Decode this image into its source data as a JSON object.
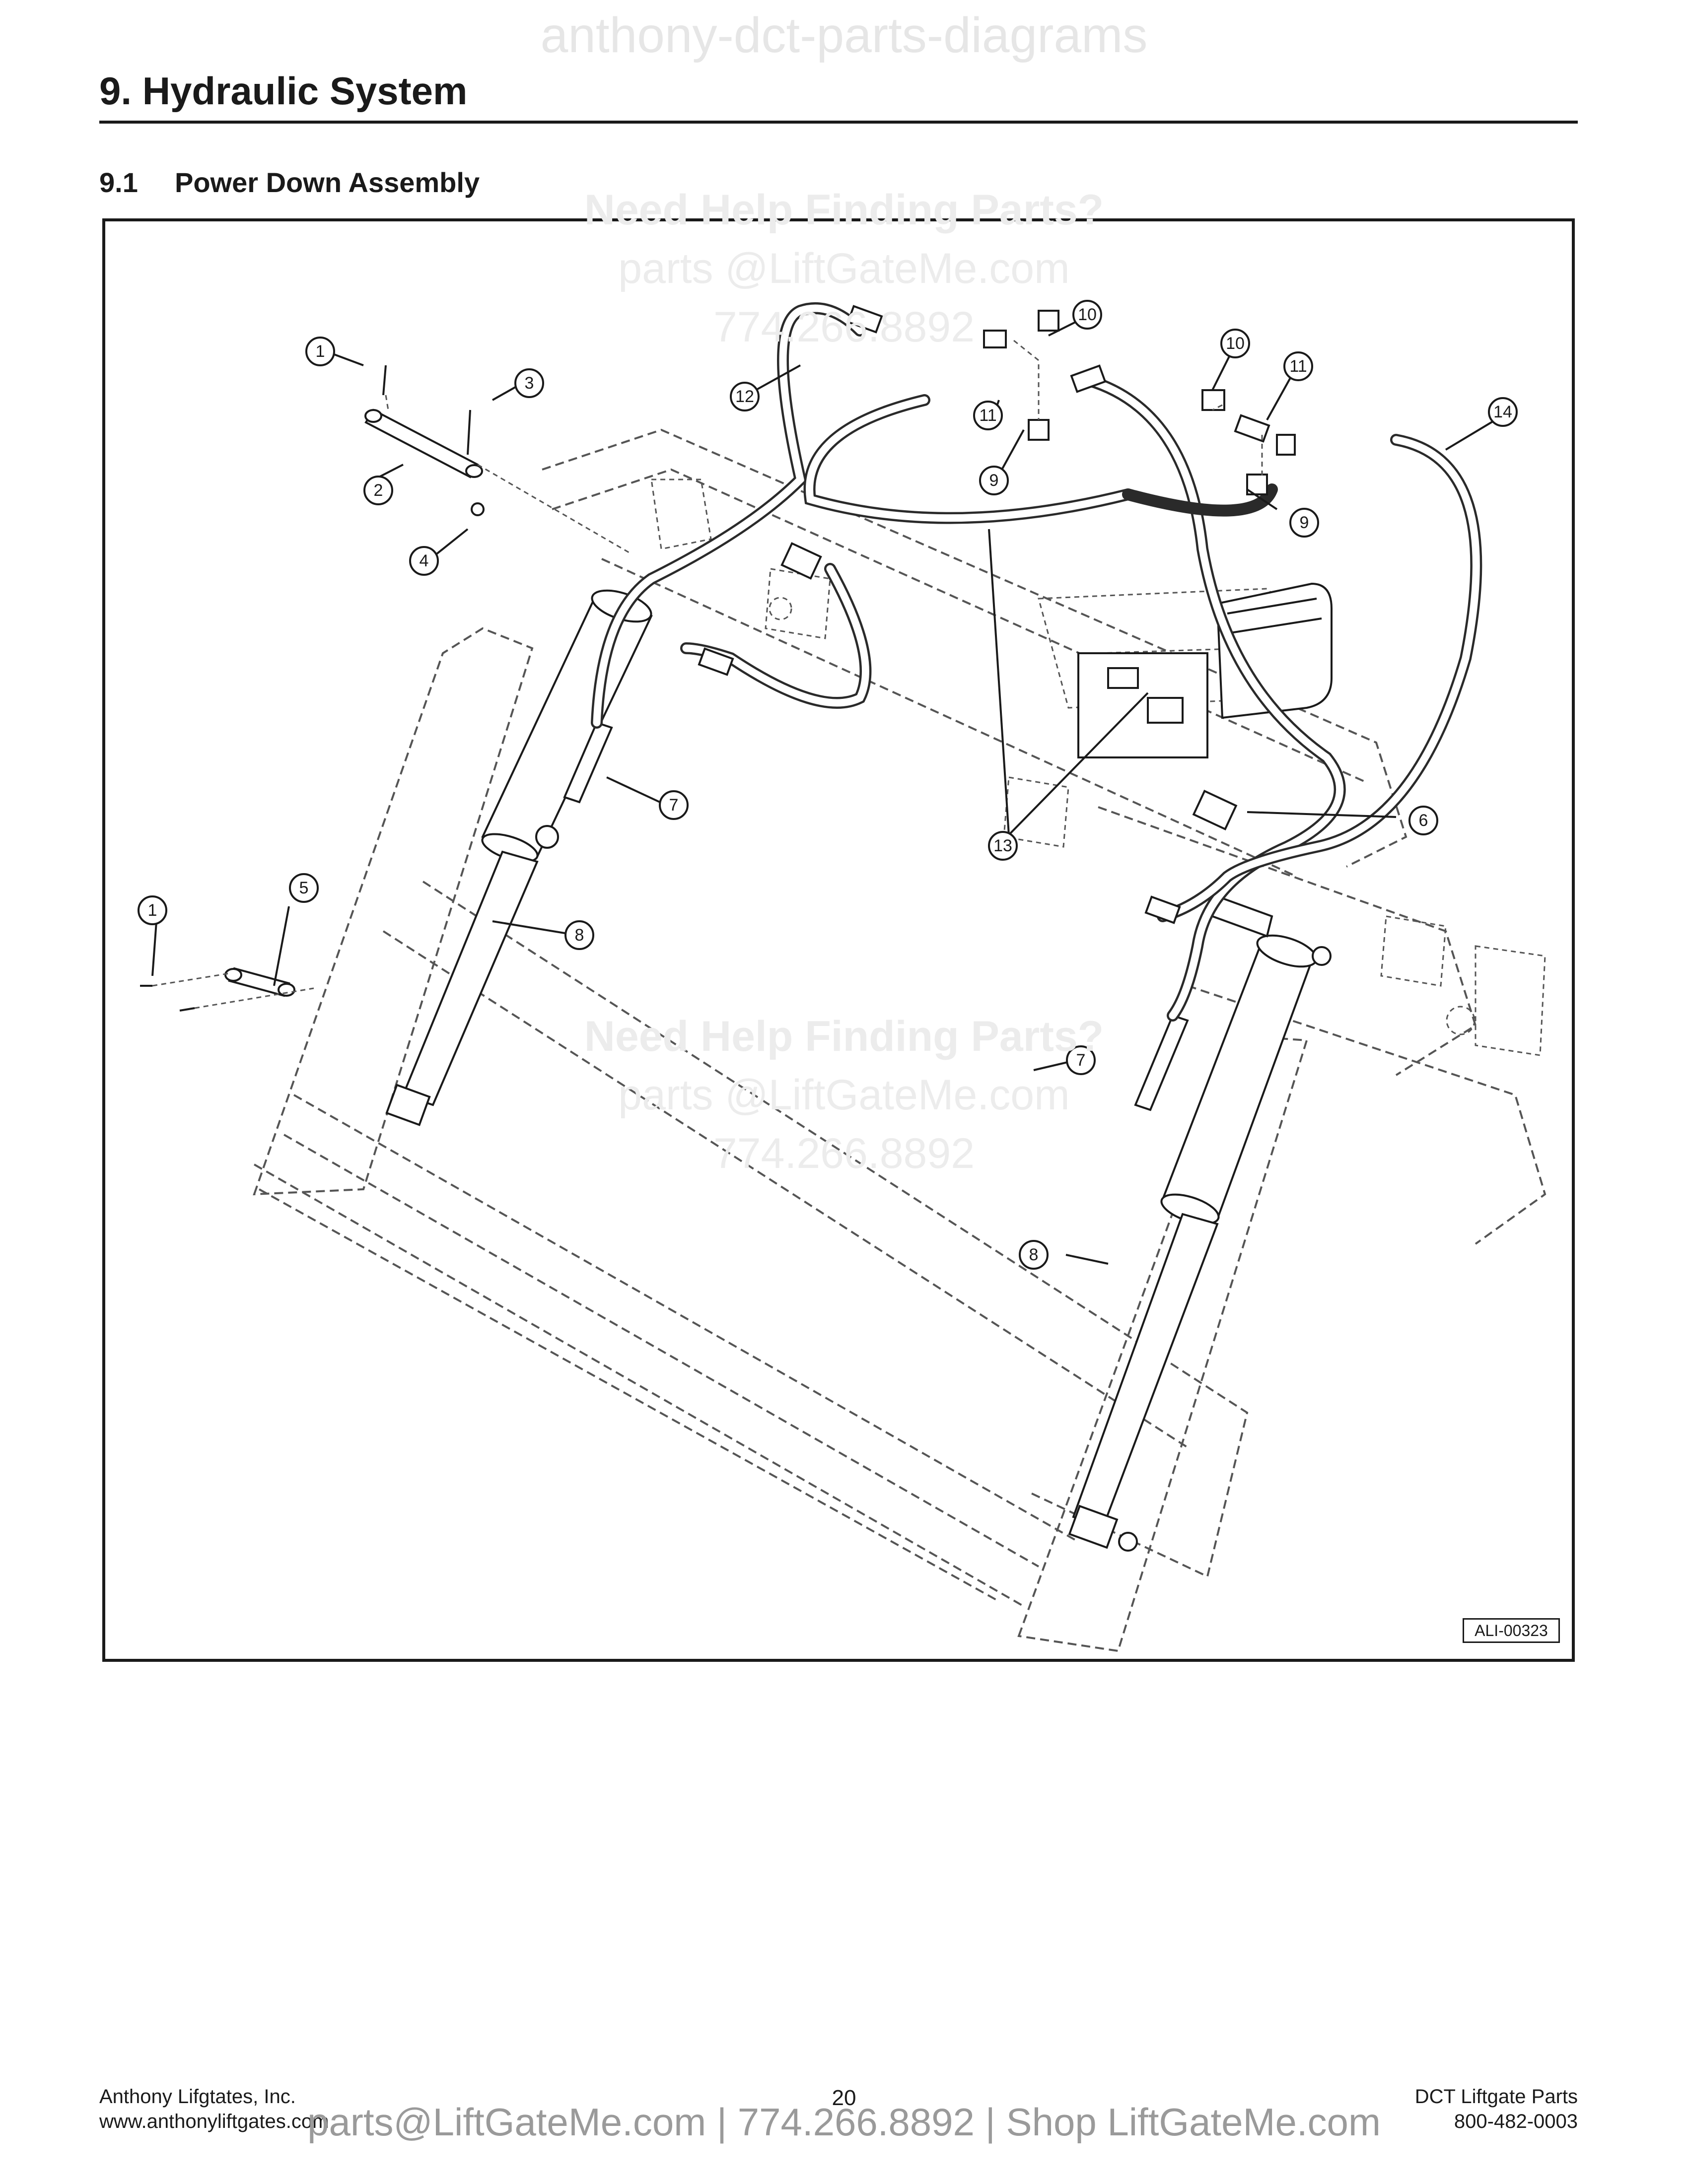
{
  "watermark_top": "anthony-dct-parts-diagrams",
  "section": {
    "number_title": "9.  Hydraulic System"
  },
  "subsection": {
    "number": "9.1",
    "title": "Power Down Assembly"
  },
  "watermark_blocks": [
    {
      "line1": "Need Help Finding Parts?",
      "line2": "parts @LiftGateMe.com",
      "line3": "774.266.8892"
    },
    {
      "line1": "Need Help Finding Parts?",
      "line2": "parts @LiftGateMe.com",
      "line3": "774.266.8892"
    }
  ],
  "figure_id": "ALI-00323",
  "callouts": [
    "1",
    "2",
    "3",
    "4",
    "5",
    "1",
    "6",
    "7",
    "7",
    "8",
    "8",
    "9",
    "9",
    "10",
    "10",
    "11",
    "11",
    "12",
    "13",
    "14"
  ],
  "footer": {
    "left_line1": "Anthony Lifgtates, Inc.",
    "left_line2": "www.anthonyliftgates.com",
    "page_number": "20",
    "right_line1": "DCT Liftgate Parts",
    "right_line2": "800-482-0003",
    "watermark": "parts@LiftGateMe.com | 774.266.8892 | Shop LiftGateMe.com"
  }
}
